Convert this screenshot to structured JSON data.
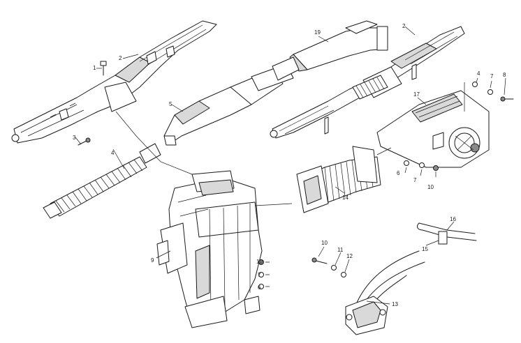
{
  "labels": {
    "p1": "1",
    "p2a": "2",
    "p2b": "2",
    "p3": "3",
    "p4a": "4",
    "p4b": "4",
    "p5": "5",
    "p6a": "6",
    "p6b": "6",
    "p7a": "7",
    "p7b": "7",
    "p7c": "7",
    "p8": "8",
    "p9": "9",
    "p10a": "10",
    "p10b": "10",
    "p10c": "10",
    "p11": "11",
    "p12": "12",
    "p13": "13",
    "p14": "14",
    "p15": "15",
    "p16": "16",
    "p17": "17",
    "p19": "19"
  },
  "colors": {
    "line": "#1a1a1a",
    "shade": "#d9d9d9",
    "background": "#ffffff"
  }
}
